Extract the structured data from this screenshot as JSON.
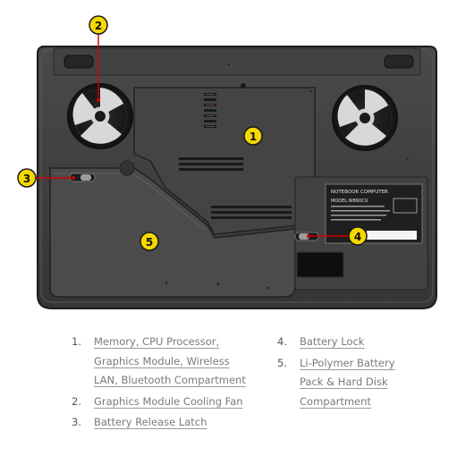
{
  "callouts": [
    {
      "num": "1"
    },
    {
      "num": "2"
    },
    {
      "num": "3"
    },
    {
      "num": "4"
    },
    {
      "num": "5"
    }
  ],
  "sticker": {
    "title": "NOTEBOOK COMPUTER",
    "model": "MODEL:W860CU"
  },
  "colors": {
    "callout_fill": "#f5d800",
    "callout_stroke": "#1a1a1a",
    "leader_line": "#d00000",
    "chassis": "#3e3e3e",
    "link": "#7a7a7a"
  },
  "legend": {
    "items": [
      {
        "num": "1.",
        "lines": [
          "Memory, CPU Processor,",
          "Graphics Module, Wireless",
          "LAN, Bluetooth Compartment"
        ]
      },
      {
        "num": "2.",
        "lines": [
          "Graphics Module Cooling Fan"
        ]
      },
      {
        "num": "3.",
        "lines": [
          "Battery Release Latch"
        ]
      },
      {
        "num": "4.",
        "lines": [
          "Battery Lock"
        ]
      },
      {
        "num": "5.",
        "lines": [
          "Li-Polymer Battery",
          "Pack & Hard Disk",
          "Compartment"
        ]
      }
    ]
  }
}
